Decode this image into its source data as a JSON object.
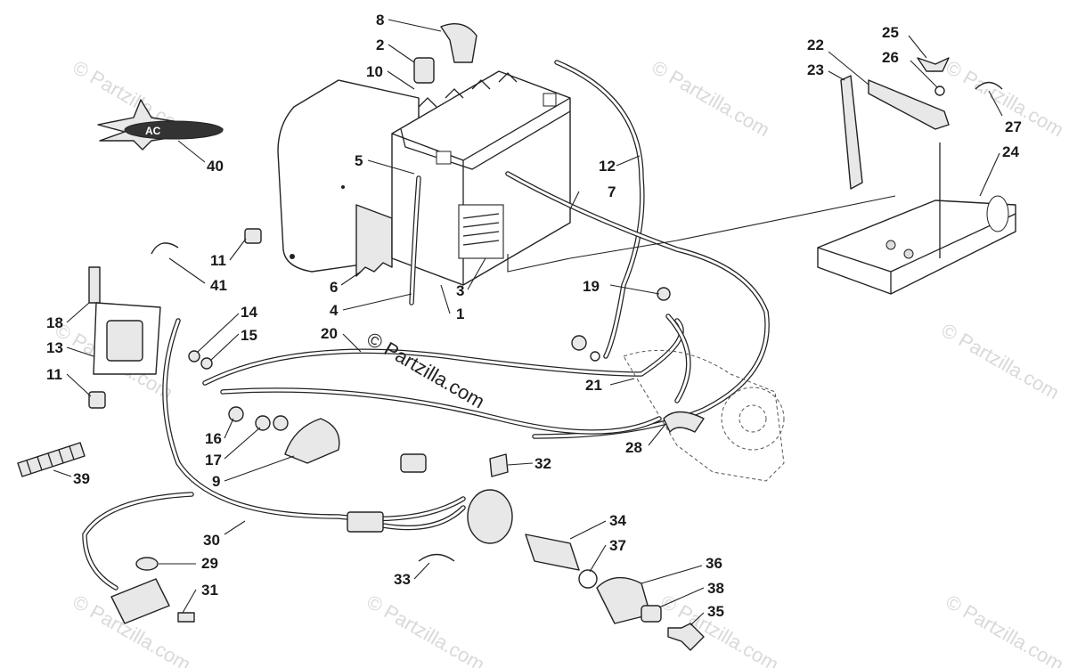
{
  "diagram": {
    "callouts": [
      "1",
      "2",
      "3",
      "4",
      "5",
      "6",
      "7",
      "8",
      "9",
      "10",
      "11",
      "12",
      "13",
      "14",
      "15",
      "16",
      "17",
      "18",
      "19",
      "20",
      "21",
      "22",
      "23",
      "24",
      "25",
      "26",
      "27",
      "28",
      "29",
      "30",
      "31",
      "32",
      "33",
      "34",
      "35",
      "36",
      "37",
      "38",
      "39",
      "40",
      "41"
    ],
    "callout_11_second": "11",
    "watermark": {
      "brand": "© Partzilla.com",
      "center": "© Partzilla.com"
    },
    "logo_text": "AC"
  }
}
